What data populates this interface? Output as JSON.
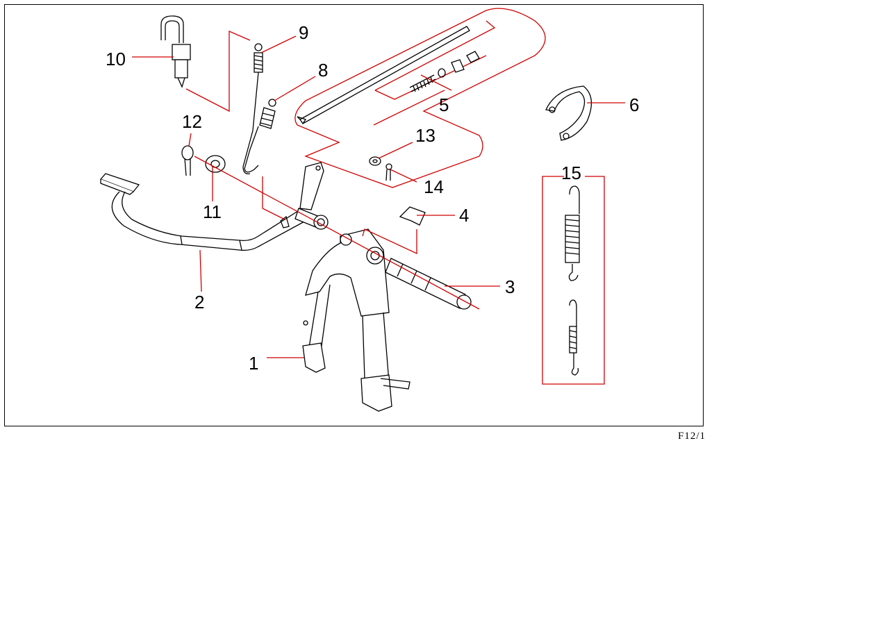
{
  "figure_ref": "F12/1",
  "callouts": [
    {
      "id": "1",
      "text": "1"
    },
    {
      "id": "2",
      "text": "2"
    },
    {
      "id": "3",
      "text": "3"
    },
    {
      "id": "4",
      "text": "4"
    },
    {
      "id": "5",
      "text": "5"
    },
    {
      "id": "6",
      "text": "6"
    },
    {
      "id": "8",
      "text": "8"
    },
    {
      "id": "9",
      "text": "9"
    },
    {
      "id": "10",
      "text": "10"
    },
    {
      "id": "11",
      "text": "11"
    },
    {
      "id": "12",
      "text": "12"
    },
    {
      "id": "13",
      "text": "13"
    },
    {
      "id": "14",
      "text": "14"
    },
    {
      "id": "15",
      "text": "15"
    }
  ],
  "colors": {
    "leader": "#d00000",
    "line": "#000000",
    "background": "#ffffff"
  }
}
